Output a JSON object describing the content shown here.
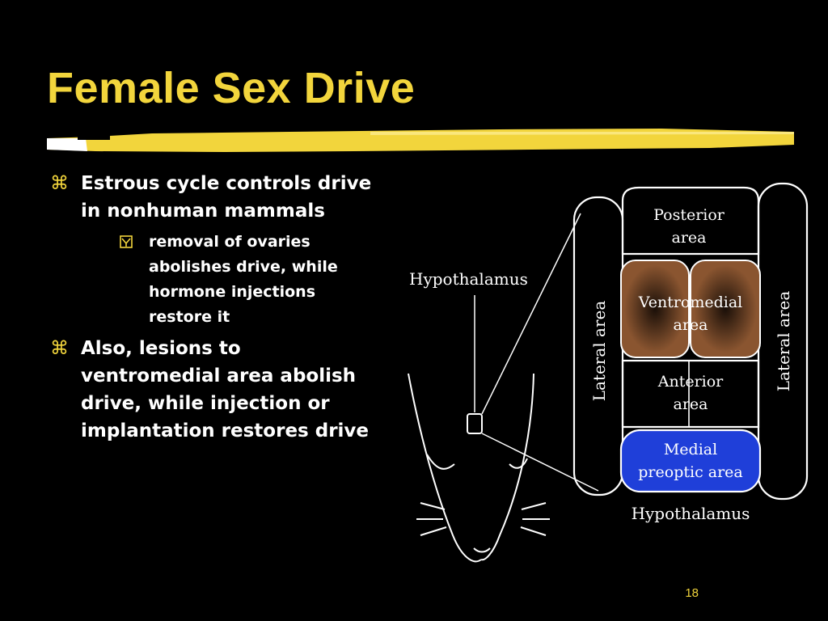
{
  "slide": {
    "title": "Female Sex Drive",
    "page_number": "18",
    "colors": {
      "background": "#000000",
      "accent": "#f2d53c"
    }
  },
  "bullets": [
    {
      "marker_icon": "command-key-icon",
      "text": "Estrous cycle controls drive in nonhuman mammals",
      "sub": [
        {
          "marker_icon": "checkbox-icon",
          "text": "removal of ovaries abolishes drive, while hormone injections restore it"
        }
      ]
    },
    {
      "marker_icon": "command-key-icon",
      "text": "Also, lesions to ventromedial area abolish drive, while injection or implantation restores drive"
    }
  ],
  "diagram": {
    "callout_label": "Hypothalamus",
    "caption": "Hypothalamus",
    "lateral_left": "Lateral area",
    "lateral_right": "Lateral area",
    "posterior": [
      "Posterior",
      "area"
    ],
    "ventromedial": [
      "Ventromedial",
      "area"
    ],
    "anterior": [
      "Anterior",
      "area"
    ],
    "preoptic": [
      "Medial",
      "preoptic area"
    ],
    "colors": {
      "ventromedial_fill": "#8a5530",
      "ventromedial_core": "#1a0f08",
      "preoptic_fill": "#1f3fd9",
      "outline": "#ffffff"
    }
  }
}
